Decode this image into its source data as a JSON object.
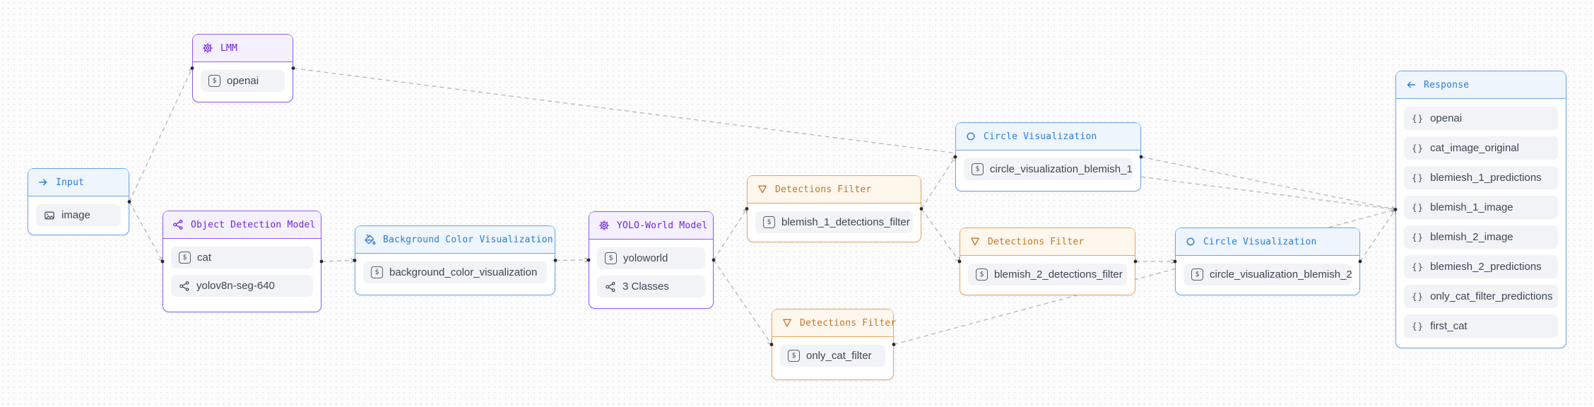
{
  "app": {
    "description": "workflow-graph-editor"
  },
  "colors": {
    "purple_accent": "#6d28d9",
    "purple_border": "#8b5cf6",
    "purple_bg": "#f5f0fd",
    "blue_accent": "#2e7cd6",
    "blue_border": "#6ba5e7",
    "blue_bg": "#eef5fc",
    "orange_accent": "#c2772b",
    "orange_border": "#e9a55f",
    "orange_bg": "#fdf7ed",
    "chip_bg": "#f2f3f6",
    "edge": "#b6b6b6",
    "canvas_bg": "#fcfcfd"
  },
  "nodes": [
    {
      "id": "lmm",
      "type": "purple",
      "icon": "gear-icon",
      "title": "LMM",
      "items": [
        {
          "icon": "dollar-icon",
          "label": "openai"
        }
      ]
    },
    {
      "id": "input",
      "type": "blue",
      "icon": "arrow-right-icon",
      "title": "Input",
      "items": [
        {
          "icon": "image-icon",
          "label": "image"
        }
      ]
    },
    {
      "id": "object-detection-model",
      "type": "purple",
      "icon": "network-icon",
      "title": "Object Detection Model",
      "items": [
        {
          "icon": "dollar-icon",
          "label": "cat"
        },
        {
          "icon": "network-icon",
          "label": "yolov8n-seg-640"
        }
      ]
    },
    {
      "id": "background-color-visualization",
      "type": "blue",
      "icon": "bucket-icon",
      "title": "Background Color Visualization",
      "items": [
        {
          "icon": "dollar-icon",
          "label": "background_color_visualization"
        }
      ]
    },
    {
      "id": "yolo-world-model",
      "type": "purple",
      "icon": "gear-icon",
      "title": "YOLO-World Model",
      "items": [
        {
          "icon": "dollar-icon",
          "label": "yoloworld"
        },
        {
          "icon": "network-icon",
          "label": "3 Classes"
        }
      ]
    },
    {
      "id": "detections-filter-blemish-1",
      "type": "orange",
      "icon": "funnel-icon",
      "title": "Detections Filter",
      "items": [
        {
          "icon": "dollar-icon",
          "label": "blemish_1_detections_filter"
        }
      ]
    },
    {
      "id": "circle-visualization-blemish-1",
      "type": "blue",
      "icon": "circle-icon",
      "title": "Circle Visualization",
      "items": [
        {
          "icon": "dollar-icon",
          "label": "circle_visualization_blemish_1"
        }
      ]
    },
    {
      "id": "detections-filter-blemish-2",
      "type": "orange",
      "icon": "funnel-icon",
      "title": "Detections Filter",
      "items": [
        {
          "icon": "dollar-icon",
          "label": "blemish_2_detections_filter"
        }
      ]
    },
    {
      "id": "circle-visualization-blemish-2",
      "type": "blue",
      "icon": "circle-icon",
      "title": "Circle Visualization",
      "items": [
        {
          "icon": "dollar-icon",
          "label": "circle_visualization_blemish_2"
        }
      ]
    },
    {
      "id": "detections-filter-only-cat",
      "type": "orange",
      "icon": "funnel-icon",
      "title": "Detections Filter",
      "items": [
        {
          "icon": "dollar-icon",
          "label": "only_cat_filter"
        }
      ]
    },
    {
      "id": "response",
      "type": "blue",
      "icon": "arrow-left-icon",
      "title": "Response",
      "items": [
        {
          "icon": "braces-icon",
          "label": "openai"
        },
        {
          "icon": "braces-icon",
          "label": "cat_image_original"
        },
        {
          "icon": "braces-icon",
          "label": "blemiesh_1_predictions"
        },
        {
          "icon": "braces-icon",
          "label": "blemish_1_image"
        },
        {
          "icon": "braces-icon",
          "label": "blemish_2_image"
        },
        {
          "icon": "braces-icon",
          "label": "blemiesh_2_predictions"
        },
        {
          "icon": "braces-icon",
          "label": "only_cat_filter_predictions"
        },
        {
          "icon": "braces-icon",
          "label": "first_cat"
        }
      ]
    }
  ],
  "edges": [
    {
      "from": "input",
      "to": "lmm"
    },
    {
      "from": "input",
      "to": "object-detection-model"
    },
    {
      "from": "object-detection-model",
      "to": "background-color-visualization"
    },
    {
      "from": "background-color-visualization",
      "to": "yolo-world-model"
    },
    {
      "from": "yolo-world-model",
      "to": "detections-filter-blemish-1"
    },
    {
      "from": "yolo-world-model",
      "to": "detections-filter-only-cat"
    },
    {
      "from": "detections-filter-blemish-1",
      "to": "circle-visualization-blemish-1"
    },
    {
      "from": "detections-filter-blemish-1",
      "to": "detections-filter-blemish-2"
    },
    {
      "from": "detections-filter-blemish-2",
      "to": "circle-visualization-blemish-2"
    },
    {
      "from": "circle-visualization-blemish-1",
      "to": "response"
    },
    {
      "from": "circle-visualization-blemish-2",
      "to": "response"
    },
    {
      "from": "detections-filter-only-cat",
      "to": "response"
    },
    {
      "from": "lmm",
      "to": "response"
    }
  ],
  "icon_glyphs": {
    "dollar": "$",
    "braces": "{}"
  }
}
